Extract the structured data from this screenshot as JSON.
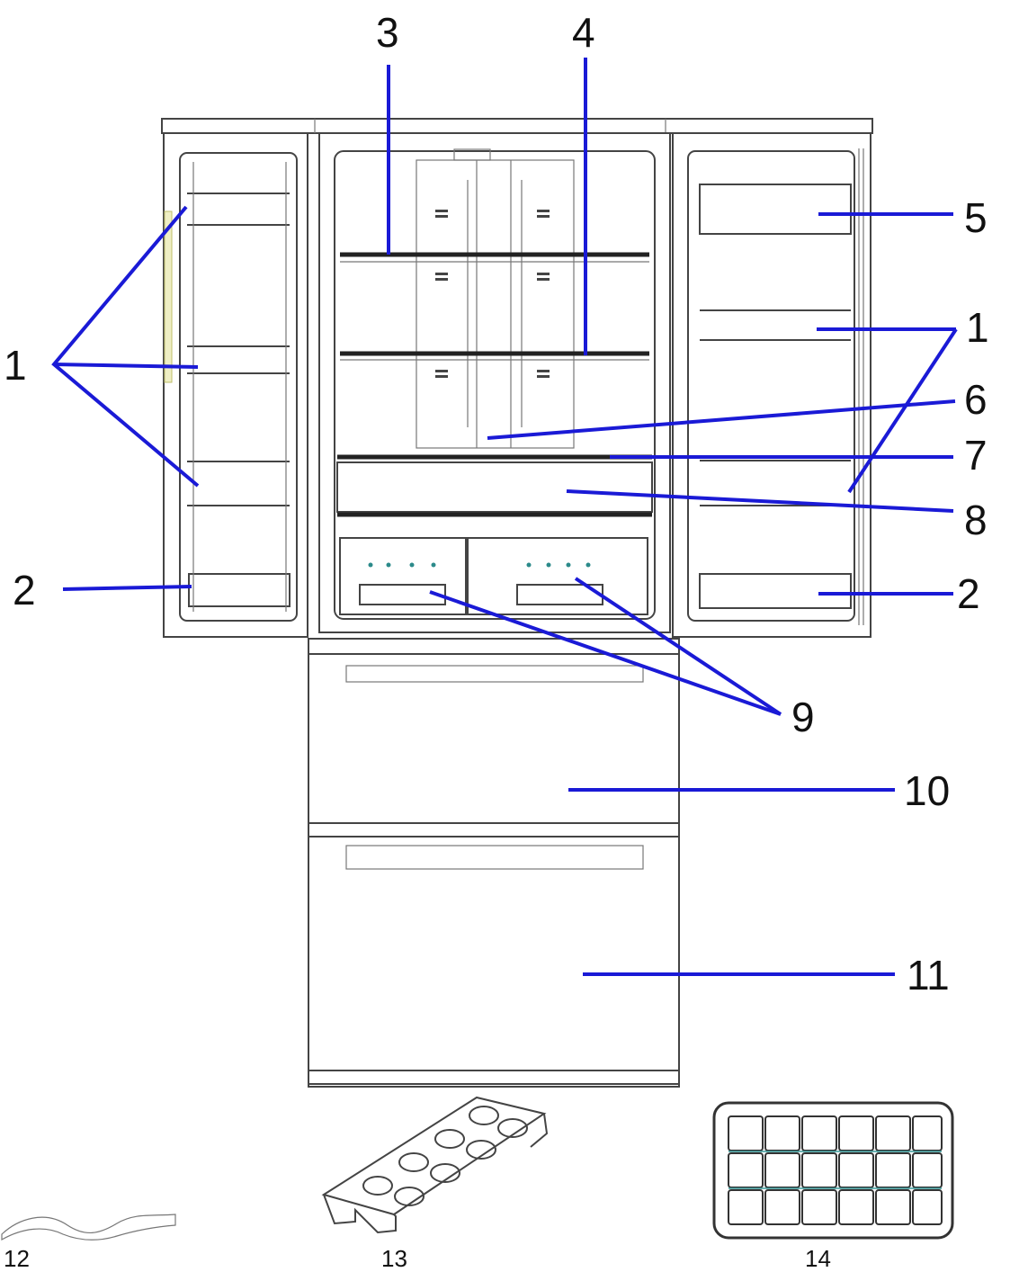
{
  "diagram": {
    "leader_color": "#1a1ad6",
    "callouts": [
      {
        "id": "c1-left",
        "label": "1"
      },
      {
        "id": "c1-right",
        "label": "1"
      },
      {
        "id": "c2-left",
        "label": "2"
      },
      {
        "id": "c2-right",
        "label": "2"
      },
      {
        "id": "c3",
        "label": "3"
      },
      {
        "id": "c4",
        "label": "4"
      },
      {
        "id": "c5",
        "label": "5"
      },
      {
        "id": "c6",
        "label": "6"
      },
      {
        "id": "c7",
        "label": "7"
      },
      {
        "id": "c8",
        "label": "8"
      },
      {
        "id": "c9",
        "label": "9"
      },
      {
        "id": "c10",
        "label": "10"
      },
      {
        "id": "c11",
        "label": "11"
      }
    ],
    "accessories": [
      {
        "id": "a12",
        "label": "12"
      },
      {
        "id": "a13",
        "label": "13"
      },
      {
        "id": "a14",
        "label": "14"
      }
    ]
  }
}
